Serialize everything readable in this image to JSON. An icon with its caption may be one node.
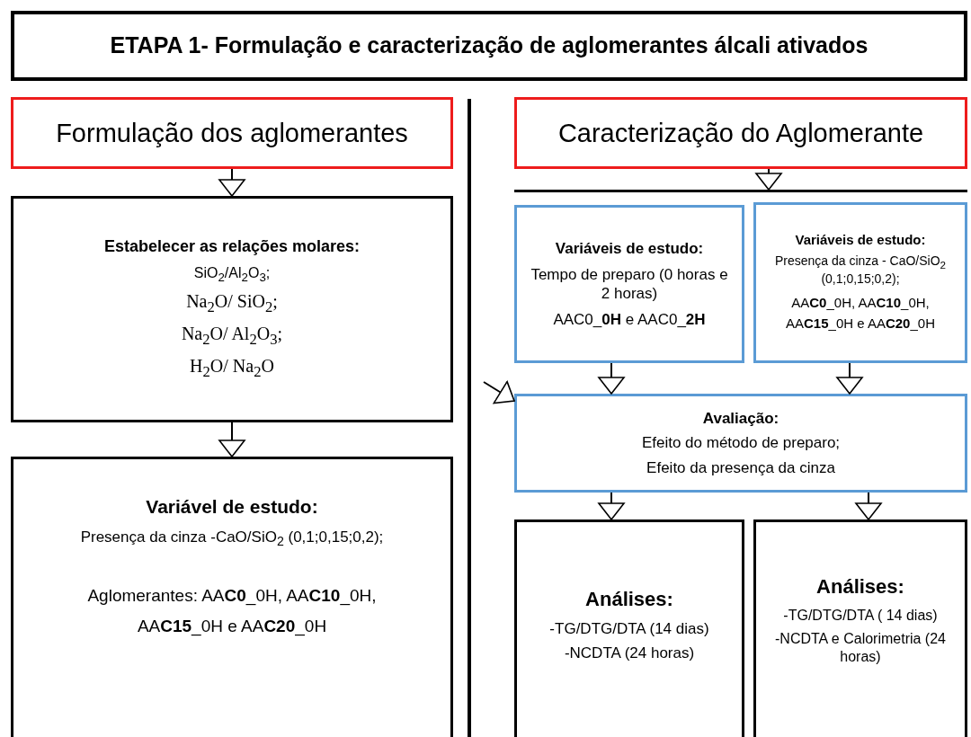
{
  "diagram": {
    "nodes": [
      {
        "text": [
          "ETAPA 1- Formulação e caracterização de aglomerantes álcali ativados"
        ]
      },
      {
        "text": [
          "Formulação dos aglomerantes"
        ]
      },
      {
        "text": [
          "Estabelecer as relações molares:",
          "SiO$_{2}$/Al$_{2}$O$_{3}$;",
          "Na$_{2}$O/ SiO$_{2}$;",
          "Na$_{2}$O/ Al$_{2}$O$_{3}$;",
          "H$_{2}$O/ Na$_{2}$O"
        ]
      },
      {
        "text": [
          "Variável de estudo:",
          "Presença da cinza -CaO/SiO$_{2}$  (0,1;0,15;0,2);",
          "Aglomerantes: AA**C0**_0H, AA**C10**_0H, AA**C15**_0H e AA**C20**_0H"
        ]
      },
      {
        "text": [
          "Caracterização do Aglomerante"
        ]
      },
      {
        "text": [],
        "shape": "bar"
      },
      {
        "text": [
          "Variáveis de estudo:",
          "Tempo de preparo (0 horas e 2 horas)",
          "AAC0_**0H** e AAC0_**2H**"
        ]
      },
      {
        "text": [
          "Variáveis de estudo:",
          "Presença da cinza - CaO/SiO$_{2}$  (0,1;0,15;0,2);",
          "AA**C0**_0H, AA**C10**_0H, AA**C15**_0H e AA**C20**_0H"
        ]
      },
      {
        "text": [
          "Avaliação:",
          "Efeito do método de preparo;",
          "Efeito da presença da cinza"
        ]
      },
      {
        "text": [
          "Análises:",
          "-TG/DTG/DTA (14 dias)",
          "-NCDTA (24 horas)"
        ]
      },
      {
        "text": [
          "Análises:",
          "-TG/DTG/DTA ( 14 dias)",
          "-NCDTA e Calorimetria (24 horas)"
        ]
      }
    ],
    "edges": [
      {
        "from": 1,
        "to": 2,
        "arrow": "to"
      },
      {
        "from": 2,
        "to": 3,
        "arrow": "to"
      },
      {
        "from": 4,
        "to": 5,
        "arrow": "to"
      },
      {
        "from": null,
        "to": 8,
        "arrow": "to"
      },
      {
        "from": 6,
        "to": 8,
        "arrow": "to"
      },
      {
        "from": 7,
        "to": 8,
        "arrow": "to"
      },
      {
        "from": 8,
        "to": 9,
        "arrow": "to"
      },
      {
        "from": 8,
        "to": 10,
        "arrow": "to"
      }
    ]
  }
}
